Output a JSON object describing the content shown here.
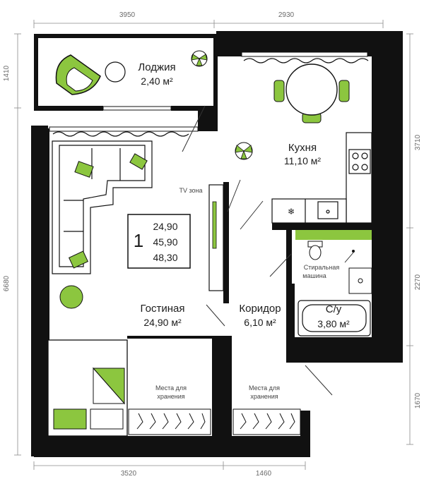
{
  "dimensions": {
    "top_left": "3950",
    "top_right": "2930",
    "left_top": "1410",
    "left_main": "6680",
    "right_top": "3710",
    "right_mid": "2270",
    "right_bottom": "1670",
    "bottom_left": "3520",
    "bottom_right": "1460"
  },
  "rooms": {
    "loggia": {
      "name": "Лоджия",
      "area": "2,40 м²"
    },
    "kitchen": {
      "name": "Кухня",
      "area": "11,10 м²"
    },
    "living": {
      "name": "Гостиная",
      "area": "24,90 м²"
    },
    "corridor": {
      "name": "Коридор",
      "area": "6,10 м²"
    },
    "bathroom": {
      "name": "С/у",
      "area": "3,80 м²"
    }
  },
  "labels": {
    "tv_zone": "TV зона",
    "washing_line1": "Стиральная",
    "washing_line2": "машина",
    "storage_line1": "Места для",
    "storage_line2": "хранения"
  },
  "summary": {
    "rooms_count": "1",
    "living_area": "24,90",
    "total_area": "45,90",
    "total_with_loggia": "48,30"
  },
  "colors": {
    "accent": "#8cc63f",
    "wall": "#111111",
    "dim_line": "#8a8a8a"
  }
}
